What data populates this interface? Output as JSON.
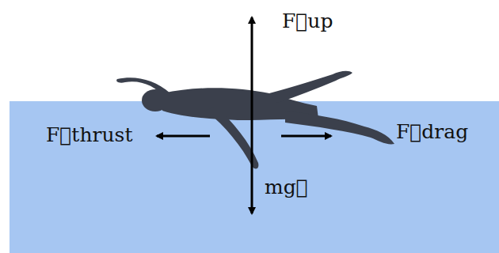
{
  "diagram": {
    "labels": [
      "F⃗up",
      "F⃗thrust",
      "F⃗drag",
      "mg⃗"
    ]
  }
}
